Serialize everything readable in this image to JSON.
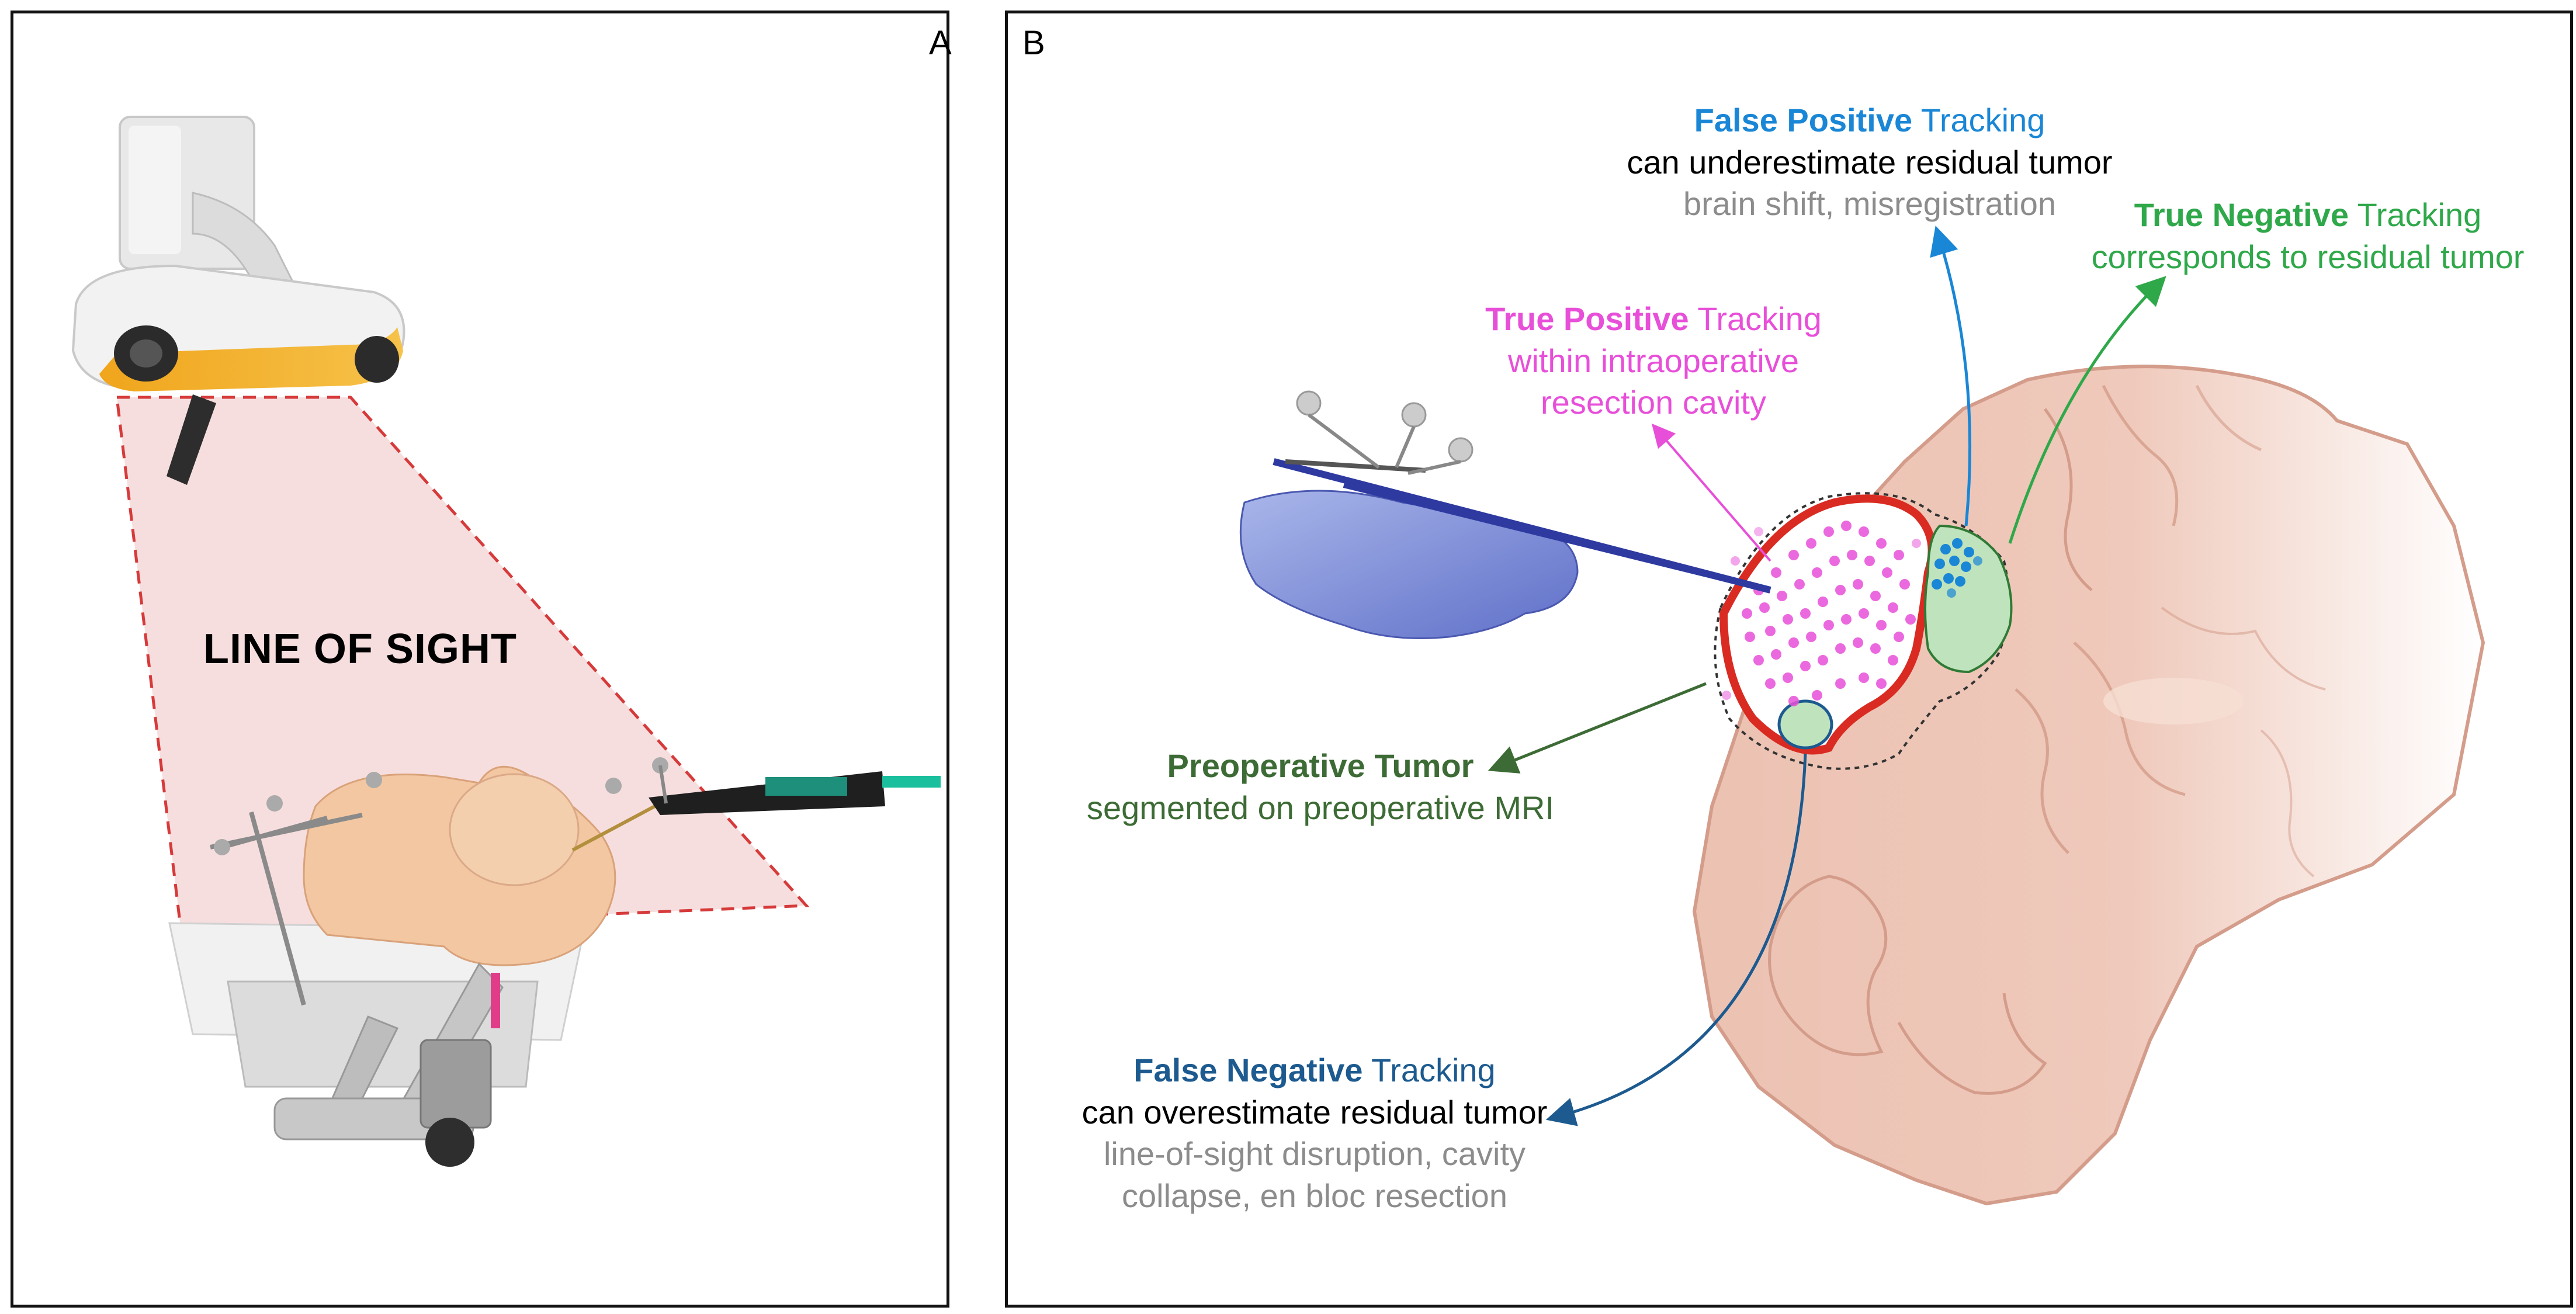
{
  "panel_a": {
    "letter": "A",
    "line_of_sight": "LINE OF SIGHT"
  },
  "panel_b": {
    "letter": "B",
    "false_positive": {
      "bold": "False Positive",
      "rest": " Tracking",
      "line2": "can underestimate residual tumor",
      "line3": "brain shift, misregistration",
      "color": "#1a86d6"
    },
    "true_negative": {
      "bold": "True Negative",
      "rest": " Tracking",
      "line2": "corresponds to residual tumor",
      "color": "#2fa84a"
    },
    "true_positive": {
      "bold": "True Positive",
      "rest": " Tracking",
      "line2": "within intraoperative",
      "line3": "resection cavity",
      "color": "#e84fd9"
    },
    "preoperative_tumor": {
      "bold": "Preoperative Tumor",
      "line2": "segmented on preoperative MRI",
      "color": "#3d6b35"
    },
    "false_negative": {
      "bold": "False Negative",
      "rest": " Tracking",
      "line2": "can overestimate residual tumor",
      "line3": "line-of-sight disruption, cavity",
      "line4": "collapse, en bloc resection",
      "color": "#1c5a8f"
    },
    "gray_text_color": "#8c8c8c",
    "brain_color": "#ecc2b2",
    "resection_border_color": "#d92b22"
  }
}
